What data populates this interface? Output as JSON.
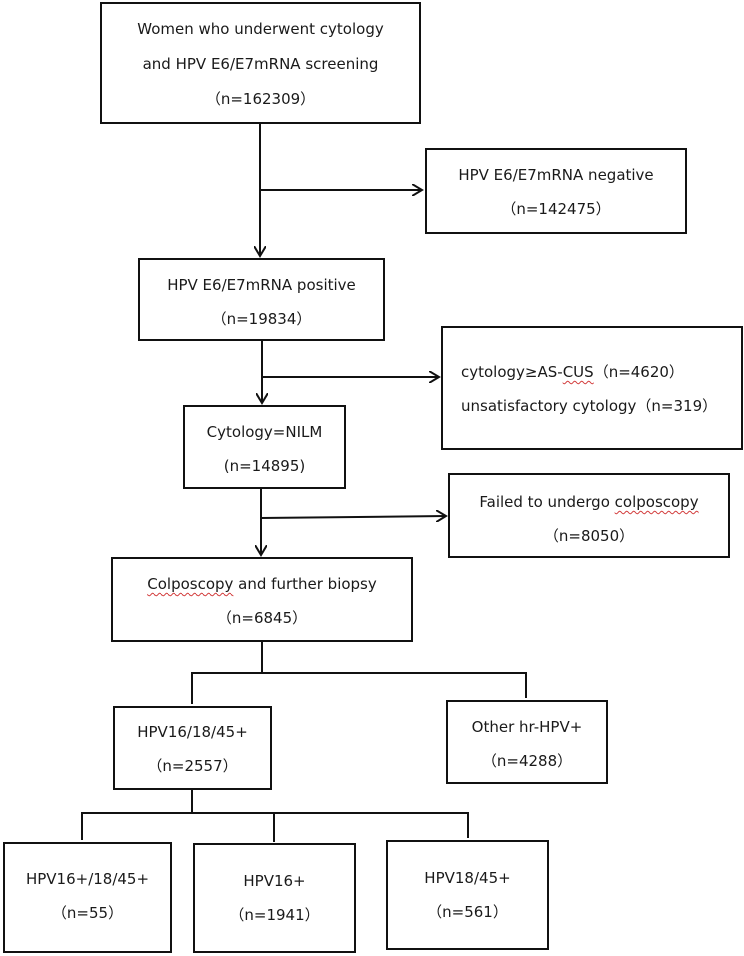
{
  "nodes": {
    "screened": {
      "line1": "Women who underwent cytology",
      "line2": "and HPV E6/E7mRNA screening",
      "line3": "（n=162309）"
    },
    "negative": {
      "line1": "HPV E6/E7mRNA negative",
      "line2": "（n=142475）"
    },
    "positive": {
      "line1": "HPV E6/E7mRNA positive",
      "line2": "（n=19834）"
    },
    "excluded_cytology": {
      "line1_a": "cytology≥AS-",
      "line1_b": "CUS",
      "line1_c": "（n=4620）",
      "line2": "unsatisfactory cytology（n=319）"
    },
    "nilm": {
      "line1": "Cytology=NILM",
      "line2": "(n=14895)"
    },
    "failed": {
      "line1_a": "Failed to undergo ",
      "line1_b": "colposcopy",
      "line2": "（n=8050）"
    },
    "colposcopy": {
      "line1_a": "Colposcopy",
      "line1_b": " and further biopsy",
      "line2": "（n=6845）"
    },
    "hpv161845": {
      "line1": "HPV16/18/45+",
      "line2": "（n=2557）"
    },
    "other_hr": {
      "line1": "Other hr-HPV+",
      "line2": "（n=4288）"
    },
    "hpv16plus_1845": {
      "line1": "HPV16+/18/45+",
      "line2": "（n=55）"
    },
    "hpv16": {
      "line1": "HPV16+",
      "line2": "（n=1941）"
    },
    "hpv1845": {
      "line1": "HPV18/45+",
      "line2": "（n=561）"
    }
  },
  "colors": {
    "border": "#111111",
    "spellcheck_underline": "#d23b3b"
  }
}
